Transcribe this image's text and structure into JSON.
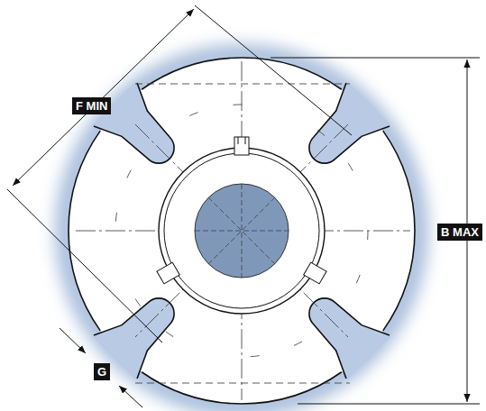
{
  "diagram": {
    "labels": [
      "F MIN",
      "B MAX",
      "G"
    ]
  }
}
